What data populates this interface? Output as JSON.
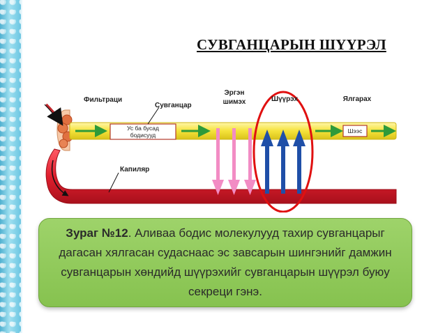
{
  "title": "СУВГАНЦАРЫН ШҮҮРЭЛ",
  "diagram": {
    "labels": {
      "filtration": "Фильтраци",
      "tubule": "Сувганцар",
      "reabsorption_line1": "Эргэн",
      "reabsorption_line2": "шимэх",
      "secretion": "Шүүрэх",
      "excretion": "Ялгарах",
      "capillary": "Капиляр",
      "water_box_line1": "Ус ба бусад",
      "water_box_line2": "бодисууд",
      "urine_box": "Шээс"
    },
    "colors": {
      "tubule": "#f5e23a",
      "capillary": "#e01f2e",
      "reabsorption_arrows": "#f28cc4",
      "secretion_arrows": "#1f4fa8",
      "flow_arrows": "#2e9a3a",
      "highlight_ellipse": "#e01010"
    }
  },
  "caption": {
    "lead": "Зураг №12",
    "text": ". Аливаа бодис молекулууд тахир сувганцарыг дагасан хялгасан судаснаас эс завсарын шингэнийг дамжин сувганцарын хөндийд шүүрэхийг сувганцарын шүүрэл буюу секреци гэнэ."
  }
}
